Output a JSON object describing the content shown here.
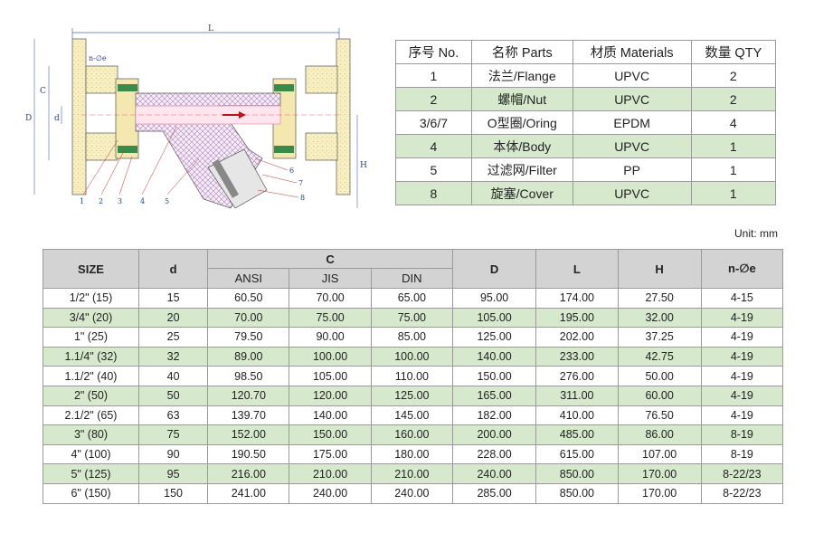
{
  "drawing": {
    "dimension_labels": {
      "L": "L",
      "C": "C",
      "D": "D",
      "d": "d",
      "H": "H",
      "bolt": "n-∅e"
    },
    "callouts": [
      "1",
      "2",
      "3",
      "4",
      "5",
      "6",
      "7",
      "8"
    ]
  },
  "parts_table": {
    "headers": [
      "序号 No.",
      "名称 Parts",
      "材质 Materials",
      "数量 QTY"
    ],
    "rows": [
      [
        "1",
        "法兰/Flange",
        "UPVC",
        "2"
      ],
      [
        "2",
        "螺帽/Nut",
        "UPVC",
        "2"
      ],
      [
        "3/6/7",
        "O型圈/Oring",
        "EPDM",
        "4"
      ],
      [
        "4",
        "本体/Body",
        "UPVC",
        "1"
      ],
      [
        "5",
        "过滤网/Filter",
        "PP",
        "1"
      ],
      [
        "8",
        "旋塞/Cover",
        "UPVC",
        "1"
      ]
    ]
  },
  "unit_label": "Unit: mm",
  "spec_table": {
    "headers": {
      "size": "SIZE",
      "d": "d",
      "c": "C",
      "c_sub": [
        "ANSI",
        "JIS",
        "DIN"
      ],
      "D": "D",
      "L": "L",
      "H": "H",
      "n": "n-∅e"
    },
    "rows": [
      [
        "1/2\" (15)",
        "15",
        "60.50",
        "70.00",
        "65.00",
        "95.00",
        "174.00",
        "27.50",
        "4-15"
      ],
      [
        "3/4\" (20)",
        "20",
        "70.00",
        "75.00",
        "75.00",
        "105.00",
        "195.00",
        "32.00",
        "4-19"
      ],
      [
        "1\" (25)",
        "25",
        "79.50",
        "90.00",
        "85.00",
        "125.00",
        "202.00",
        "37.25",
        "4-19"
      ],
      [
        "1.1/4\" (32)",
        "32",
        "89.00",
        "100.00",
        "100.00",
        "140.00",
        "233.00",
        "42.75",
        "4-19"
      ],
      [
        "1.1/2\" (40)",
        "40",
        "98.50",
        "105.00",
        "110.00",
        "150.00",
        "276.00",
        "50.00",
        "4-19"
      ],
      [
        "2\" (50)",
        "50",
        "120.70",
        "120.00",
        "125.00",
        "165.00",
        "311.00",
        "60.00",
        "4-19"
      ],
      [
        "2.1/2\" (65)",
        "63",
        "139.70",
        "140.00",
        "145.00",
        "182.00",
        "410.00",
        "76.50",
        "4-19"
      ],
      [
        "3\" (80)",
        "75",
        "152.00",
        "150.00",
        "160.00",
        "200.00",
        "485.00",
        "86.00",
        "8-19"
      ],
      [
        "4\" (100)",
        "90",
        "190.50",
        "175.00",
        "180.00",
        "228.00",
        "615.00",
        "107.00",
        "8-19"
      ],
      [
        "5\" (125)",
        "95",
        "216.00",
        "210.00",
        "210.00",
        "240.00",
        "850.00",
        "170.00",
        "8-22/23"
      ],
      [
        "6\" (150)",
        "150",
        "241.00",
        "240.00",
        "240.00",
        "285.00",
        "850.00",
        "170.00",
        "8-22/23"
      ]
    ]
  }
}
